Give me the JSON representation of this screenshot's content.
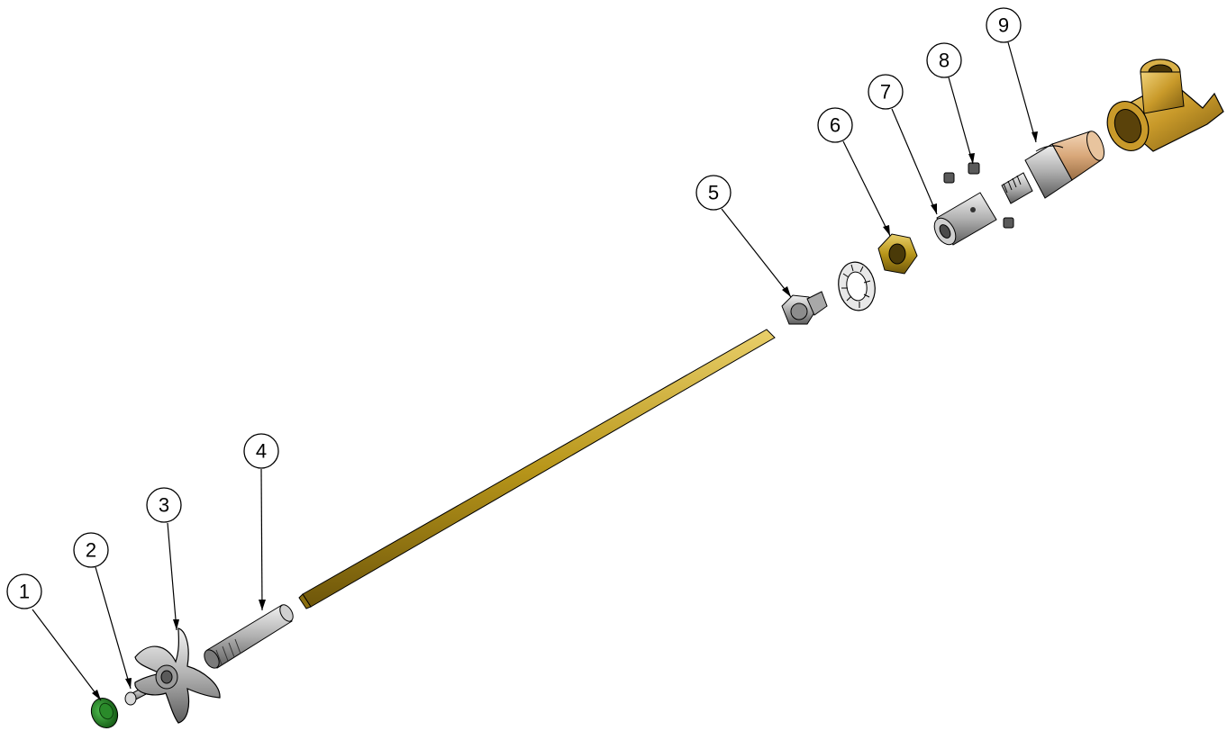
{
  "balloons": [
    {
      "id": "1",
      "label": "1"
    },
    {
      "id": "2",
      "label": "2"
    },
    {
      "id": "3",
      "label": "3"
    },
    {
      "id": "4",
      "label": "4"
    },
    {
      "id": "5",
      "label": "5"
    },
    {
      "id": "6",
      "label": "6"
    },
    {
      "id": "7",
      "label": "7"
    },
    {
      "id": "8",
      "label": "8"
    },
    {
      "id": "9",
      "label": "9"
    }
  ],
  "colors": {
    "cap_green": "#1e7a1e",
    "brass": "#b8961a",
    "brass_dark": "#8a6e10",
    "steel": "#b5b5b5",
    "steel_dark": "#6e6e6e",
    "copper": "#d9a87a",
    "line": "#000000"
  }
}
